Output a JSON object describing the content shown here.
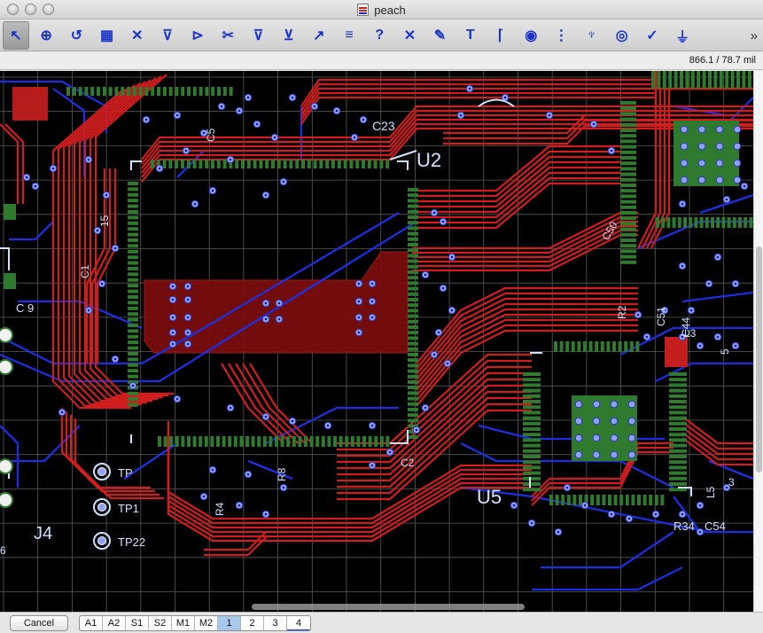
{
  "window": {
    "title": "peach"
  },
  "toolbar": {
    "tools": [
      {
        "name": "select-tool",
        "glyph": "↖",
        "selected": true
      },
      {
        "name": "zoom-tool",
        "glyph": "⊕"
      },
      {
        "name": "rotate-tool",
        "glyph": "↺"
      },
      {
        "name": "save-tool",
        "glyph": "▦"
      },
      {
        "name": "route-tool",
        "glyph": "✕"
      },
      {
        "name": "split-tool",
        "glyph": "⊽"
      },
      {
        "name": "mirror-tool",
        "glyph": "⊳"
      },
      {
        "name": "cut-tool",
        "glyph": "✂"
      },
      {
        "name": "place-tool",
        "glyph": "⊽"
      },
      {
        "name": "via-tool",
        "glyph": "⊻"
      },
      {
        "name": "wire-tool",
        "glyph": "↗"
      },
      {
        "name": "bus-tool",
        "glyph": "≡"
      },
      {
        "name": "info-tool",
        "glyph": "?"
      },
      {
        "name": "delete-tool",
        "glyph": "✕"
      },
      {
        "name": "draw-tool",
        "glyph": "✎"
      },
      {
        "name": "text-tool",
        "glyph": "T"
      },
      {
        "name": "arc-tool",
        "glyph": "⌈"
      },
      {
        "name": "circle-tool",
        "glyph": "◉"
      },
      {
        "name": "attribute-tool",
        "glyph": "⋮"
      },
      {
        "name": "pin-tool",
        "glyph": "♆"
      },
      {
        "name": "hole-tool",
        "glyph": "◎"
      },
      {
        "name": "check-tool",
        "glyph": "✓"
      },
      {
        "name": "ground-tool",
        "glyph": "⏚"
      }
    ],
    "overflow": "»"
  },
  "status": {
    "coordinates": "866.1 / 78.7 mil"
  },
  "board": {
    "labels": [
      {
        "id": "c23",
        "text": "C23"
      },
      {
        "id": "u2",
        "text": "U2"
      },
      {
        "id": "c50",
        "text": "C50"
      },
      {
        "id": "c51",
        "text": "C51"
      },
      {
        "id": "c44",
        "text": "C44"
      },
      {
        "id": "l3",
        "text": "L3"
      },
      {
        "id": "l5",
        "text": "L5"
      },
      {
        "id": "c9",
        "text": "C 9"
      },
      {
        "id": "u5",
        "text": "U5"
      },
      {
        "id": "r34",
        "text": "R34"
      },
      {
        "id": "c54",
        "text": "C54"
      },
      {
        "id": "j4",
        "text": "J4"
      },
      {
        "id": "tp",
        "text": "TP"
      },
      {
        "id": "tp1",
        "text": "TP1"
      },
      {
        "id": "tp22",
        "text": "TP22"
      },
      {
        "id": "r4",
        "text": "R4"
      },
      {
        "id": "r8",
        "text": "R8"
      },
      {
        "id": "c2",
        "text": "C2"
      },
      {
        "id": "c5",
        "text": "C5"
      },
      {
        "id": "n15",
        "text": "15"
      },
      {
        "id": "c1",
        "text": "C1"
      },
      {
        "id": "r2",
        "text": "R2"
      },
      {
        "id": "n6",
        "text": "6"
      },
      {
        "id": "n3",
        "text": "3"
      },
      {
        "id": "n5",
        "text": "5"
      }
    ],
    "colors": {
      "background": "#000000",
      "top_trace": "#d01e1e",
      "bottom_trace": "#1d2fe0",
      "pad_green": "#2f7a2f",
      "via": "#8fa0ff",
      "silkscreen": "#cfe3ff",
      "grid": "#5a5a5a"
    }
  },
  "bottom": {
    "cancel_label": "Cancel",
    "layers": [
      "A1",
      "A2",
      "S1",
      "S2",
      "M1",
      "M2",
      "1",
      "2",
      "3",
      "4"
    ],
    "active_layer": "1"
  }
}
